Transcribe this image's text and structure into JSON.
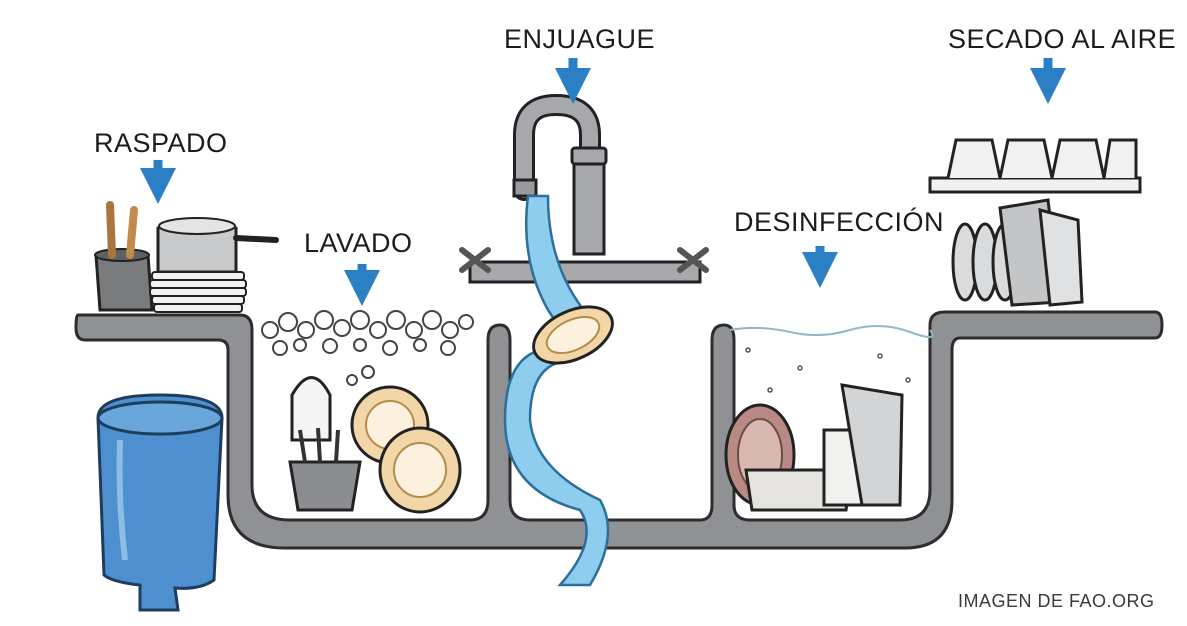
{
  "steps": {
    "scrape": "RASPADO",
    "wash": "LAVADO",
    "rinse": "ENJUAGUE",
    "sanitize": "DESINFECCIÓN",
    "air_dry": "SECADO AL AIRE"
  },
  "credit": "IMAGEN DE FAO.ORG",
  "colors": {
    "arrow": "#2b7fc4",
    "sink": "#8f9194",
    "water": "#8fcdee",
    "trash_can": "#4d8fcf"
  }
}
